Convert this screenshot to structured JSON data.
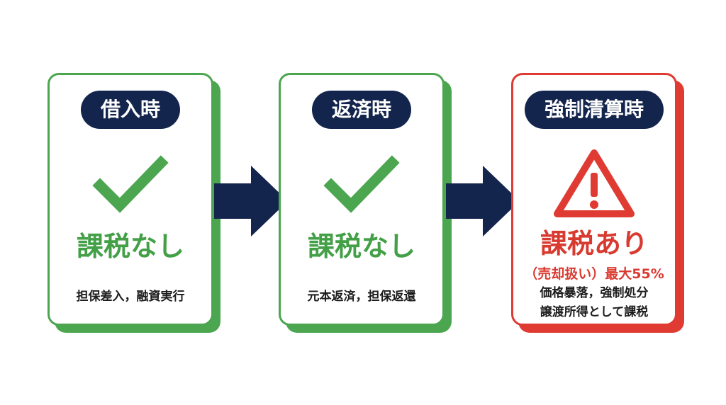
{
  "steps": [
    {
      "title": "借入時",
      "icon": "check-icon",
      "status": "課税なし",
      "detail_lines": [
        "担保差入，融資実行"
      ],
      "color": "#4ba64f"
    },
    {
      "title": "返済時",
      "icon": "check-icon",
      "status": "課税なし",
      "detail_lines": [
        "元本返済，担保返還"
      ],
      "color": "#4ba64f"
    },
    {
      "title": "強制清算時",
      "icon": "warning-icon",
      "status": "課税あり",
      "note": "（売却扱い）最大55%",
      "detail_lines": [
        "価格暴落，強制処分",
        "譲渡所得として課税"
      ],
      "color": "#e03b32"
    }
  ],
  "colors": {
    "pill": "#14254d",
    "arrow": "#14254d",
    "ok": "#4ba64f",
    "alert": "#e03b32"
  }
}
